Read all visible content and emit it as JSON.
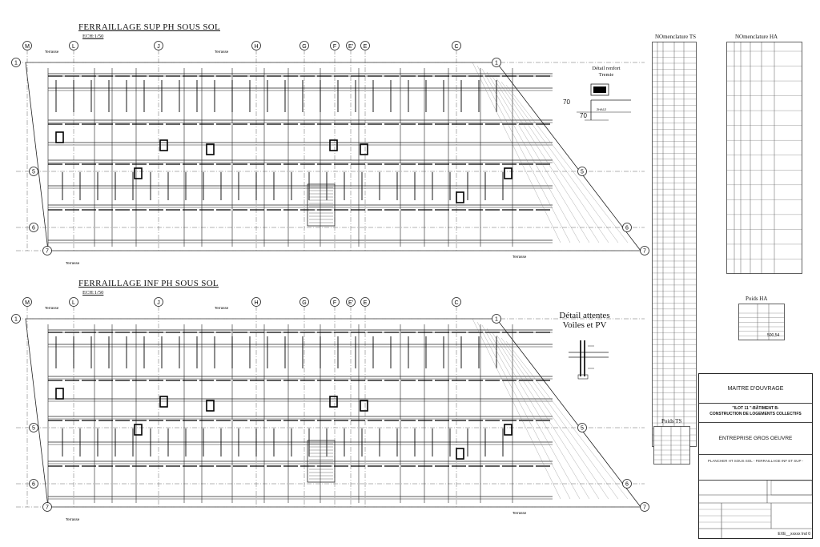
{
  "plan_top": {
    "title": "FERRAILLAGE  SUP PH SOUS SOL",
    "scale": "ECH:1/50"
  },
  "plan_bottom": {
    "title": "FERRAILLAGE  INF PH SOUS SOL",
    "scale": "ECH:1/50"
  },
  "axes_letters": [
    "M",
    "L",
    "J",
    "H",
    "G",
    "F",
    "E'",
    "E",
    "C"
  ],
  "axes_numbers": {
    "top": [
      "1",
      "5",
      "6",
      "7"
    ],
    "bottom": [
      "1",
      "5",
      "6",
      "7"
    ]
  },
  "terrace_label": "Terrasse",
  "detail_tremie": {
    "title_line1": "Détail renfort",
    "title_line2": "Tremie",
    "dim_a": "70",
    "dim_b": "70"
  },
  "detail_voiles": {
    "title_line1": "Détail attentes",
    "title_line2": "Voiles et PV"
  },
  "nomenclature_ts": {
    "title": "NOmenclature  TS"
  },
  "nomenclature_ha": {
    "title": "NOmenclature  HA"
  },
  "poids_ha": {
    "title": "Poids  HA",
    "total": "500,54"
  },
  "poids_ts": {
    "title": "Poids  TS"
  },
  "cartouche": {
    "owner": "MAITRE  D'OUVRAGE",
    "project_line1": "\"ILOT 11 \"-BÂTIMENT B-",
    "project_line2": "CONSTRUCTION DE LOGEMENTS COLLECTIFS",
    "entreprise": "ENTREPRISE GROS OEUVRE",
    "plan_line": "PLANCHER HT SOUS SOL  - FERRAILLAGE INF ET SUP -",
    "reference": "EXE__xxxxx  Ind 0"
  },
  "colors": {
    "line": "#222222",
    "rebar": "#000000",
    "grid": "#555555"
  }
}
